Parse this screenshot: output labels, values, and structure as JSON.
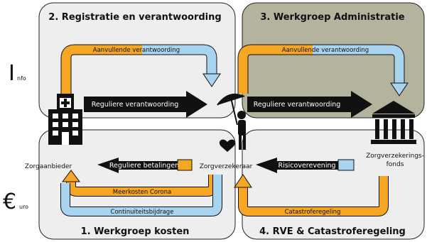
{
  "quadrants": {
    "q2_title": "2. Registratie en verantwoording",
    "q3_title": "3. Werkgroep Administratie",
    "q1_title": "1. Werkgroep kosten",
    "q4_title": "4. RVE & Catastroferegeling"
  },
  "side_labels": {
    "info_letter": "I",
    "info_rest": "nfo",
    "euro_letter": "€",
    "euro_rest": "uro"
  },
  "arrows": {
    "aanvullende_left": "Aanvullende verantwoording",
    "aanvullende_right": "Aanvullende verantwoording",
    "reguliere_verantwoording_left": "Reguliere verantwoording",
    "reguliere_verantwoording_right": "Reguliere verantwoording",
    "reguliere_betalingen": "Reguliere betalingen",
    "risicoverevening": "Risicoverevening",
    "meerkosten_corona": "Meerkosten Corona",
    "continuiteitsbijdrage": "Continuiteitsbijdrage",
    "catastroferegeling": "Catastroferegeling"
  },
  "nodes": {
    "zorgaanbieder": "Zorgaanbieder",
    "zorgverzekeraar": "Zorgverzekeraar",
    "zorgverzekeringsfonds_line1": "Zorgverzekerings-",
    "zorgverzekeringsfonds_line2": "fonds"
  },
  "colors": {
    "quadrant_bg": "#eeeeee",
    "quadrant_admin_bg": "#b3b39e",
    "orange": "#f5a623",
    "blue": "#a8d4ef",
    "black": "#111111"
  },
  "icons": {
    "hospital": "hospital-icon",
    "bank": "bank-icon",
    "person": "person-with-umbrella-icon",
    "heart": "heart-icon"
  }
}
